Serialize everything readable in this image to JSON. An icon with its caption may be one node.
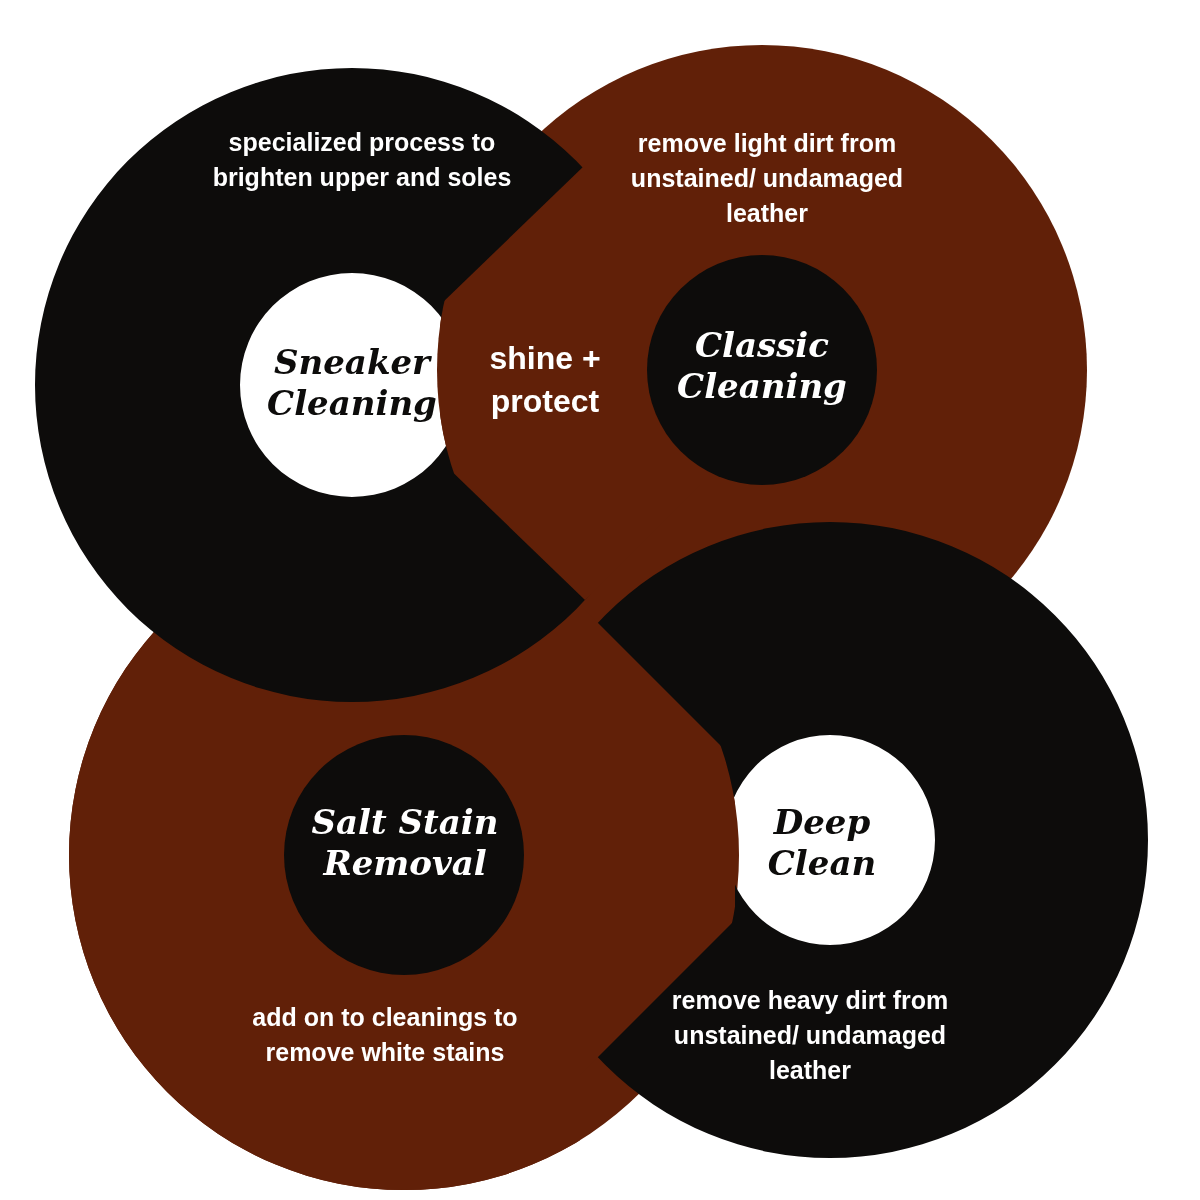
{
  "diagram": {
    "nodes": [
      {
        "text": [
          "specialized process to brighten upper and soles",
          "Sneaker Cleaning"
        ]
      },
      {
        "text": [
          "remove light dirt from unstained/ undamaged leather",
          "Classic Cleaning"
        ]
      },
      {
        "text": [
          "Salt Stain Removal",
          "add on to cleanings to remove white stains"
        ]
      },
      {
        "text": [
          "Deep Clean",
          "remove heavy dirt from unstained/ undamaged leather"
        ]
      }
    ],
    "labels": [
      "shine + protect"
    ]
  }
}
